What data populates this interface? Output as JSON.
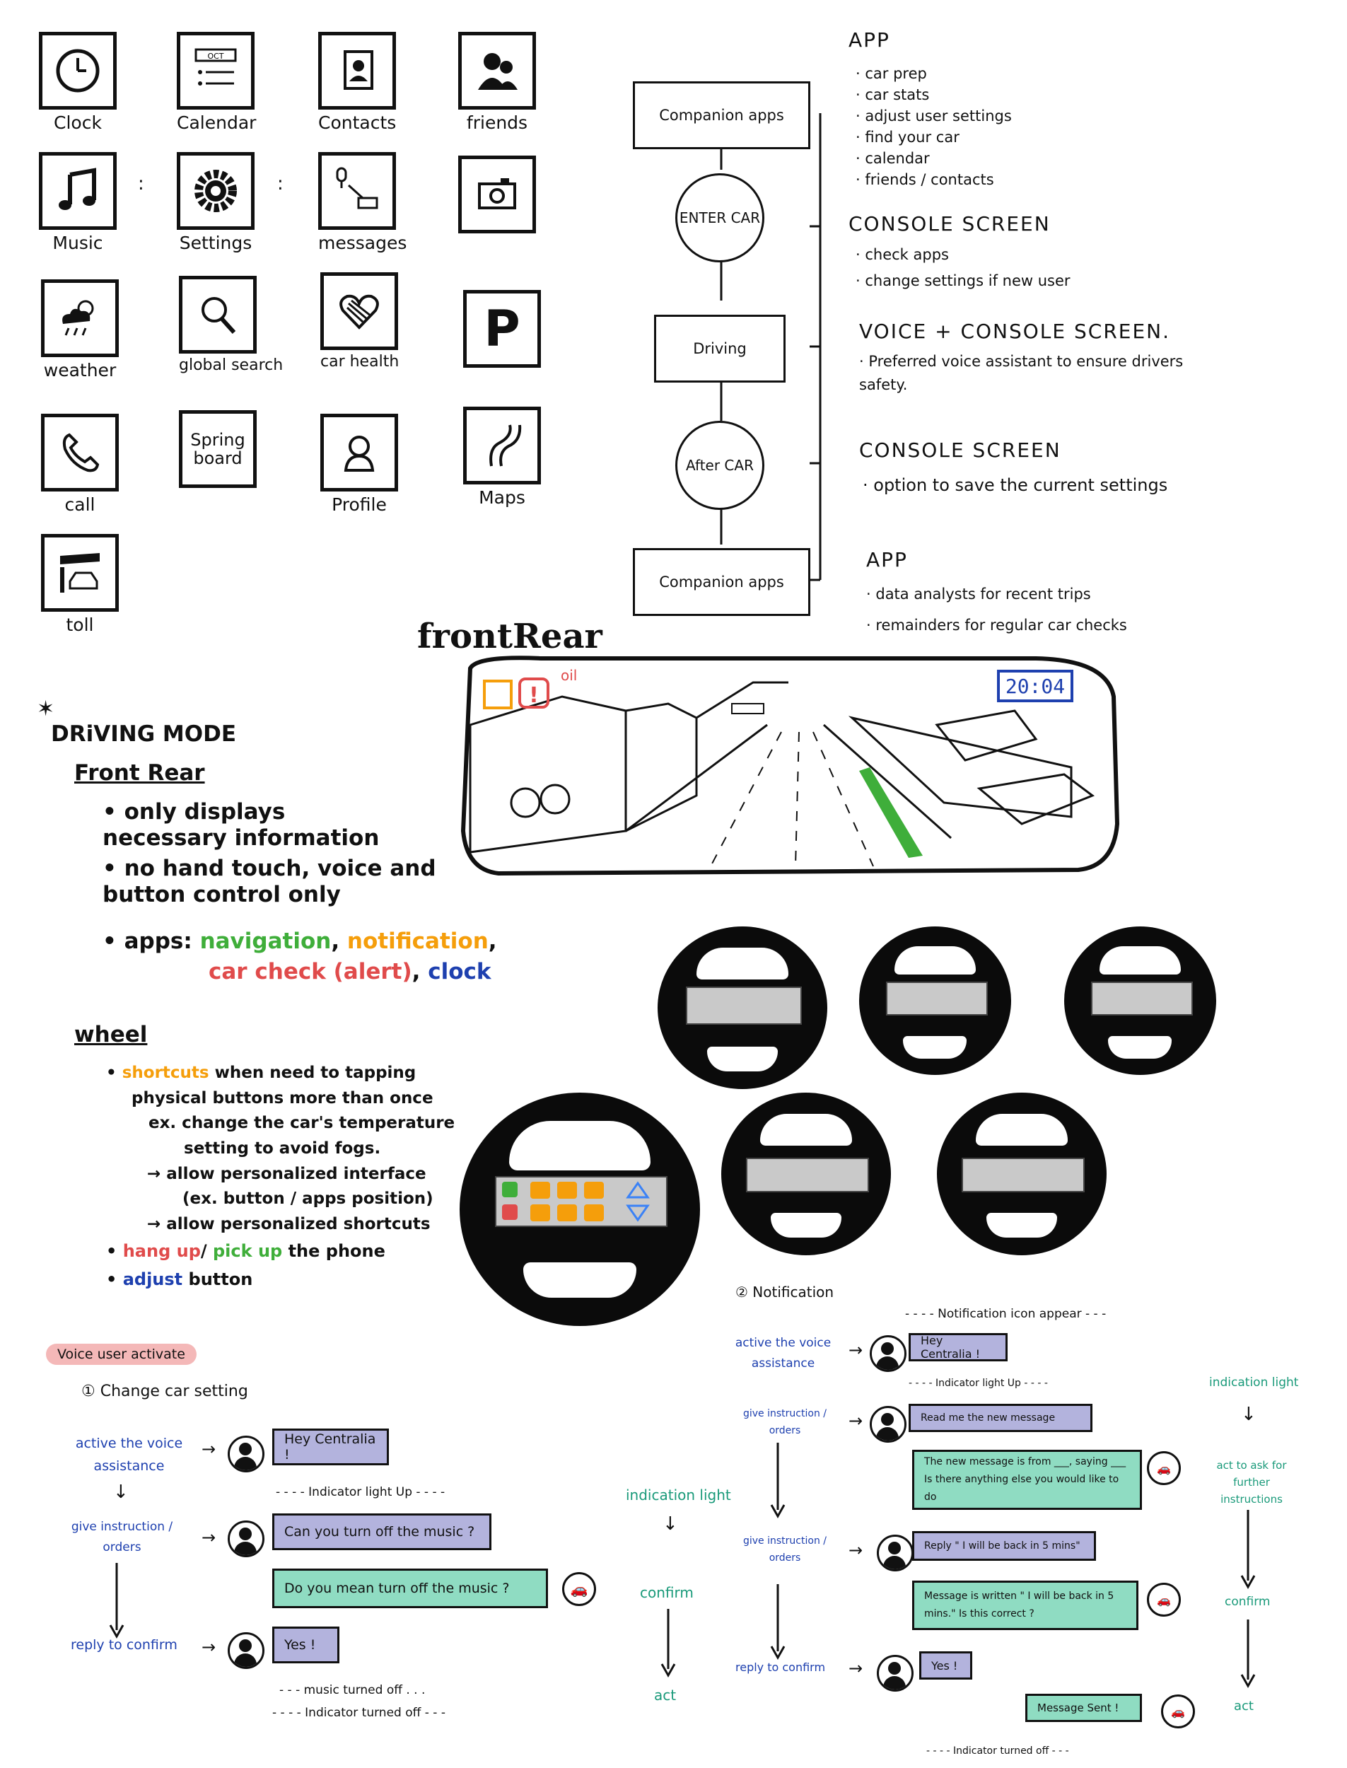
{
  "apps": [
    {
      "label": "Clock",
      "icon": "clock-icon"
    },
    {
      "label": "Calendar",
      "icon": "calendar-icon",
      "month": "OCT"
    },
    {
      "label": "Contacts",
      "icon": "contacts-icon"
    },
    {
      "label": "friends",
      "icon": "friends-icon"
    },
    {
      "label": "Music",
      "icon": "music-icon"
    },
    {
      "label": "Settings",
      "icon": "gear-icon"
    },
    {
      "label": "messages",
      "icon": "messages-icon"
    },
    {
      "label": "",
      "icon": "camera-icon"
    },
    {
      "label": "weather",
      "icon": "weather-icon"
    },
    {
      "label": "global search",
      "icon": "search-icon"
    },
    {
      "label": "car health",
      "icon": "heart-icon"
    },
    {
      "label": "",
      "icon": "parking-icon",
      "glyph": "P"
    },
    {
      "label": "call",
      "icon": "phone-icon"
    },
    {
      "label": "Spring board",
      "icon": "springboard-icon"
    },
    {
      "label": "Profile",
      "icon": "profile-icon"
    },
    {
      "label": "Maps",
      "icon": "maps-icon"
    },
    {
      "label": "toll",
      "icon": "toll-icon"
    }
  ],
  "flow": {
    "companion_top": "Companion apps",
    "enter": "ENTER CAR",
    "driving": "Driving",
    "after": "After CAR",
    "companion_bottom": "Companion apps"
  },
  "sections": [
    {
      "heading": "APP",
      "items": [
        "car prep",
        "car stats",
        "adjust user settings",
        "find your car",
        "calendar",
        "friends / contacts"
      ]
    },
    {
      "heading": "CONSOLE SCREEN",
      "items": [
        "check apps",
        "change settings if new user"
      ]
    },
    {
      "heading": "VOICE + CONSOLE SCREEN.",
      "items": [
        "Preferred voice assistant to ensure drivers safety."
      ]
    },
    {
      "heading": "CONSOLE SCREEN",
      "items": [
        "option to save the current settings"
      ]
    },
    {
      "heading": "APP",
      "items": [
        "data analysts for recent trips",
        "remainders for regular car checks"
      ]
    }
  ],
  "front_rear": {
    "title": "frontRear",
    "time": "20:04",
    "oil": "oil"
  },
  "driving": {
    "heading": "DRiVING MODE",
    "sub": "Front Rear",
    "bullets": [
      "only displays necessary information",
      "no hand touch, voice and button control only"
    ],
    "apps_label": "apps:",
    "apps": {
      "navigation": "navigation",
      "notification": "notification",
      "car_check": "car check (alert)",
      "clock": "clock"
    },
    "wheel_title": "wheel",
    "shortcuts": "shortcuts",
    "wheel_lines": [
      "when need to tapping",
      "physical buttons more than once",
      "ex. change the car's temperature",
      "setting to avoid fogs.",
      "→ allow personalized interface",
      "(ex. button / apps position)",
      "→ allow personalized shortcuts"
    ],
    "hang_up": "hang up",
    "pick_up": "pick up",
    "the_phone": "the phone",
    "adjust": "adjust",
    "button": "button"
  },
  "voice": {
    "tag": "Voice user activate",
    "title": "① Change car setting",
    "active": "active the voice assistance",
    "give": "give instruction / orders",
    "reply": "reply to confirm",
    "b1": "Hey Centralia !",
    "ind1": "- - - -  Indicator light Up  - - - -",
    "b2": "Can you turn off the music ?",
    "b3": "Do you mean turn off the music ?",
    "b4": "Yes !",
    "music_off": "- - -   music turned off   . . .",
    "ind_off": "- - - -  Indicator turned off - - -"
  },
  "notif": {
    "title": "② Notification",
    "appear": "- - - -  Notification icon appear - - -",
    "active": "active the voice assistance",
    "give1": "give instruction / orders",
    "give2": "give instruction / orders",
    "reply": "reply to confirm",
    "b1": "Hey Centralia !",
    "ind1": "- - - -  Indicator light Up  - - - -",
    "b2": "Read me the new message",
    "b3": "The new message is from ___, saying ___ Is there anything else you would like to do",
    "b4": "Reply \" I will be back in 5 mins\"",
    "b5": "Message is written \" I will be back in 5 mins.\"  Is this correct ?",
    "b6": "Yes !",
    "b7": "Message Sent !",
    "ind_off": "- - - -  Indicator turned off - - -",
    "ind_light": "indication light",
    "confirm": "confirm",
    "act": "act",
    "ind_light2": "indication light",
    "act_to": "act to ask for further instructions",
    "confirm2": "confirm",
    "act2": "act"
  },
  "colors": {
    "blue": "#1e40af",
    "green": "#3fae3a",
    "orange": "#f59e0b",
    "red": "#e04b4b",
    "teal": "#1a9a7a",
    "user_bubble": "#b3b3dd",
    "car_bubble": "#8fdcc2",
    "tag": "#f4b8b8"
  }
}
